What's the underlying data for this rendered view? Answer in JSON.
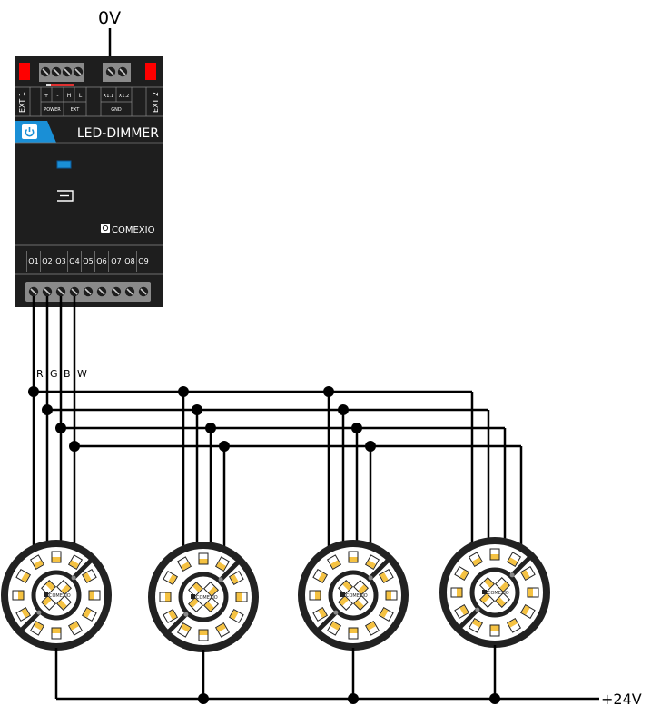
{
  "supply": {
    "zero_volt": "0V",
    "plus_24v": "+24V"
  },
  "module": {
    "title": "LED-DIMMER",
    "brand": "COMEXIO",
    "ext1": "EXT 1",
    "ext2": "EXT 2",
    "terminals_top": [
      "+",
      "-",
      "H",
      "L",
      "X1.1",
      "X1.2"
    ],
    "groups_top": [
      "POWER",
      "EXT",
      "GND"
    ],
    "outputs": [
      "Q1",
      "Q2",
      "Q3",
      "Q4",
      "Q5",
      "Q6",
      "Q7",
      "Q8",
      "Q9"
    ]
  },
  "channels": [
    "R",
    "G",
    "B",
    "W"
  ],
  "lamps": {
    "count": 4,
    "logo": "COMEXIO"
  },
  "colors": {
    "module": "#1e1e1e",
    "accent": "#1a8fd6",
    "led_red": "#ff0000",
    "led_warm": "#f5c242",
    "terminal": "#8a8a8a"
  }
}
